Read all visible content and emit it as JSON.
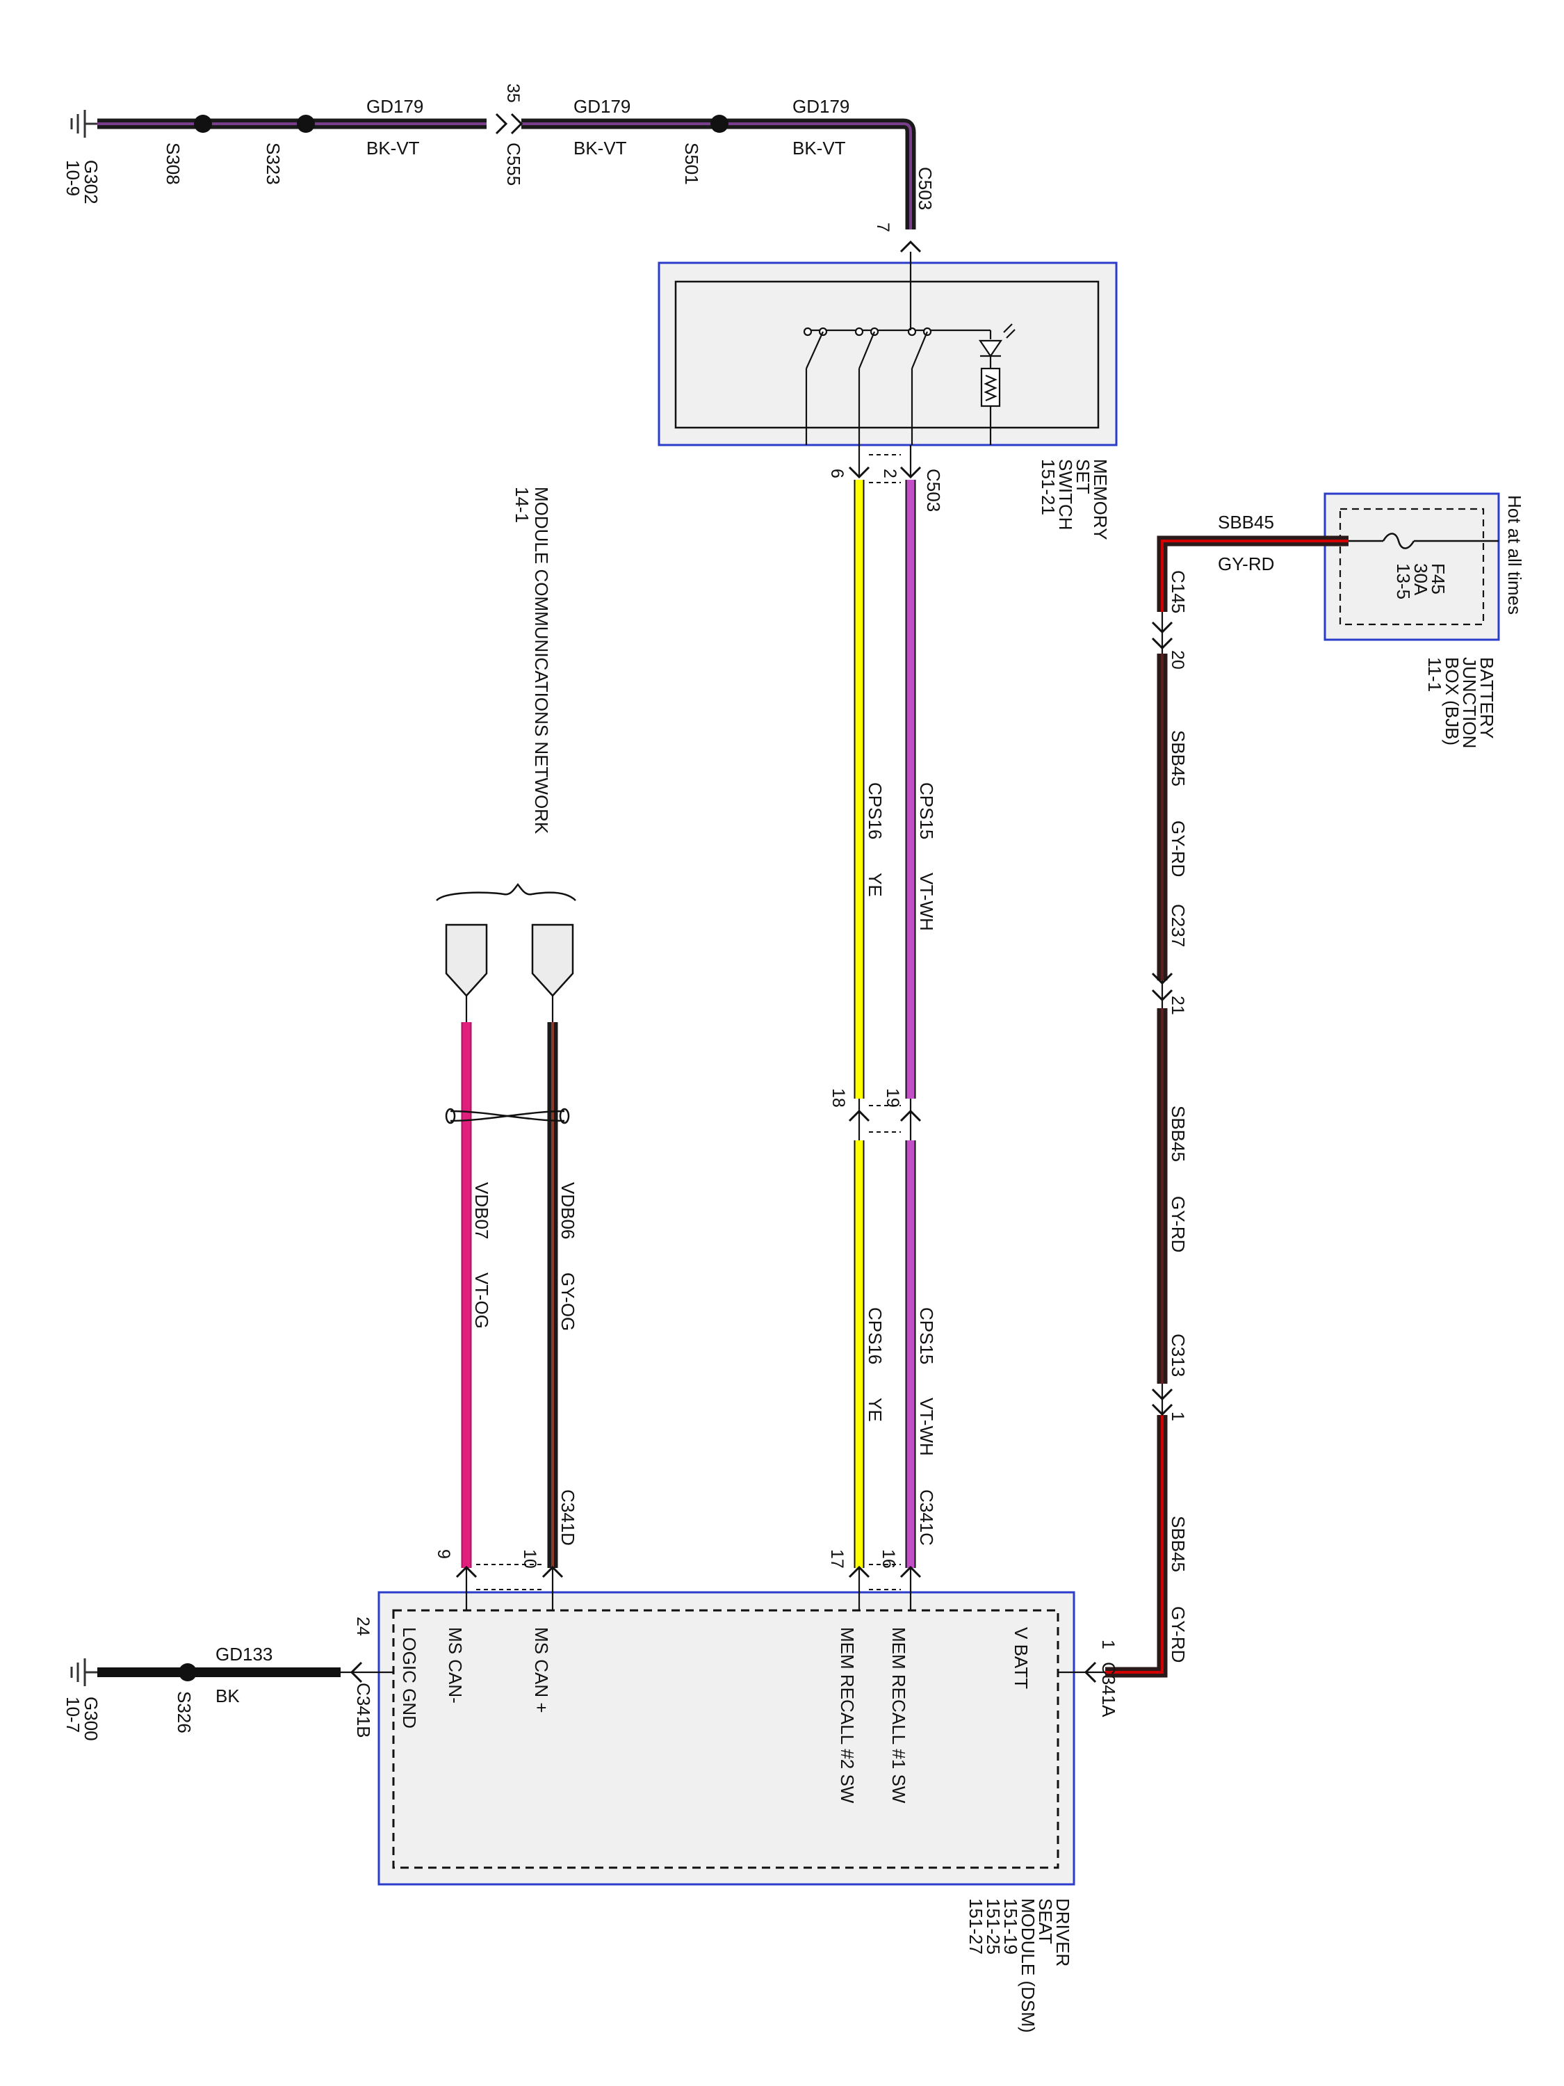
{
  "colors": {
    "wire_bk_vt_outer": "#1a1a1a",
    "wire_bk_vt_inner": "#7a3f8c",
    "wire_vt_wh": "#c24fc6",
    "wire_ye": "#ffff00",
    "wire_gy_rd": "#2a1a1a",
    "wire_gy_rd_accent": "#d40000",
    "wire_gy_og": "#3a2020",
    "wire_vt_og": "#e0207c",
    "box_border": "#2a3cc9",
    "box_fill": "#f0f0f0"
  },
  "top_ground_circuit": {
    "ground": {
      "id": "G302",
      "page": "10-9"
    },
    "splices": [
      "S308",
      "S323",
      "S501"
    ],
    "inline_connector": {
      "id": "C555",
      "pin": "35"
    },
    "segments": [
      {
        "circuit": "GD179",
        "color": "BK-VT"
      },
      {
        "circuit": "GD179",
        "color": "BK-VT"
      },
      {
        "circuit": "GD179",
        "color": "BK-VT"
      }
    ]
  },
  "memory_set_switch": {
    "label_lines": [
      "MEMORY",
      "SET",
      "SWITCH",
      "151-21"
    ],
    "connector_top": {
      "id": "C503",
      "pin": "7"
    },
    "connector_bottom": {
      "id": "C503",
      "pins": [
        "6",
        "2"
      ]
    }
  },
  "battery_junction_box": {
    "header": "Hot at all times",
    "label_lines": [
      "BATTERY",
      "JUNCTION",
      "BOX (BJB)",
      "11-1"
    ],
    "fuse": {
      "id": "F45",
      "rating": "30A",
      "page": "13-5"
    },
    "output": {
      "circuit": "SBB45",
      "color": "GY-RD"
    }
  },
  "power_feed": {
    "connectors": [
      {
        "id": "C145",
        "pin": "20"
      },
      {
        "id": "C237",
        "pin": "21"
      },
      {
        "id": "C313",
        "pin": "1"
      }
    ],
    "segments": [
      {
        "circuit": "SBB45",
        "color": "GY-RD"
      },
      {
        "circuit": "SBB45",
        "color": "GY-RD"
      },
      {
        "circuit": "SBB45",
        "color": "GY-RD"
      }
    ]
  },
  "recall_wires": {
    "cps15_upper": {
      "circuit": "CPS15",
      "color": "VT-WH"
    },
    "cps16_upper": {
      "circuit": "CPS16",
      "color": "YE"
    },
    "cps15_lower": {
      "circuit": "CPS15",
      "color": "VT-WH"
    },
    "cps16_lower": {
      "circuit": "CPS16",
      "color": "YE"
    },
    "inline_pins": [
      "19",
      "18"
    ]
  },
  "network": {
    "label": "MODULE COMMUNICATIONS NETWORK",
    "page": "14-1",
    "can_plus": {
      "circuit": "VDB06",
      "color": "GY-OG"
    },
    "can_minus": {
      "circuit": "VDB07",
      "color": "VT-OG"
    }
  },
  "driver_seat_module": {
    "label_lines": [
      "DRIVER",
      "SEAT",
      "MODULE (DSM)",
      "151-19",
      "151-25",
      "151-27"
    ],
    "pins": {
      "vbatt": {
        "label": "V BATT",
        "pin": "1",
        "connector": "C341A"
      },
      "recall1": {
        "label": "MEM RECALL #1 SW",
        "pin": "16",
        "connector": "C341C"
      },
      "recall2": {
        "label": "MEM RECALL #2 SW",
        "pin": "17"
      },
      "can_plus": {
        "label": "MS CAN +",
        "pin": "10",
        "connector": "C341D"
      },
      "can_minus": {
        "label": "MS CAN-",
        "pin": "9"
      },
      "logic_gnd": {
        "label": "LOGIC GND",
        "pin": "24",
        "connector": "C341B"
      }
    }
  },
  "bottom_ground_circuit": {
    "ground": {
      "id": "G300",
      "page": "10-7"
    },
    "splice": "S326",
    "segment": {
      "circuit": "GD133",
      "color": "BK"
    }
  }
}
